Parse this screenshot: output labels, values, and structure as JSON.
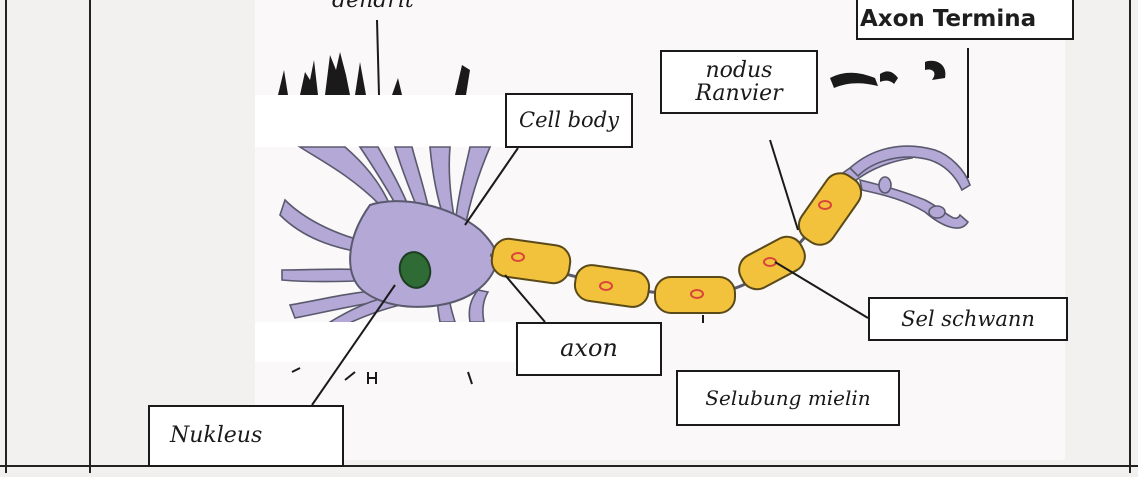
{
  "labels": {
    "dendrit": "dendrit",
    "axon_terminal": "Axon Termina",
    "nodus_ranvier_line1": "nodus",
    "nodus_ranvier_line2": "Ranvier",
    "cell_body": "Cell body",
    "axon": "axon",
    "sel_schwann": "Sel schwann",
    "selubung_mielin": "Selubung mielin",
    "nukleus": "Nukleus"
  },
  "colors": {
    "cell_body": "#b3a8d6",
    "cell_outline": "#5a5a6e",
    "nucleus": "#2f6b35",
    "schwann_cell": "#f2c23c",
    "schwann_nucleus": "#d9453a",
    "line": "#1a1a1a"
  }
}
